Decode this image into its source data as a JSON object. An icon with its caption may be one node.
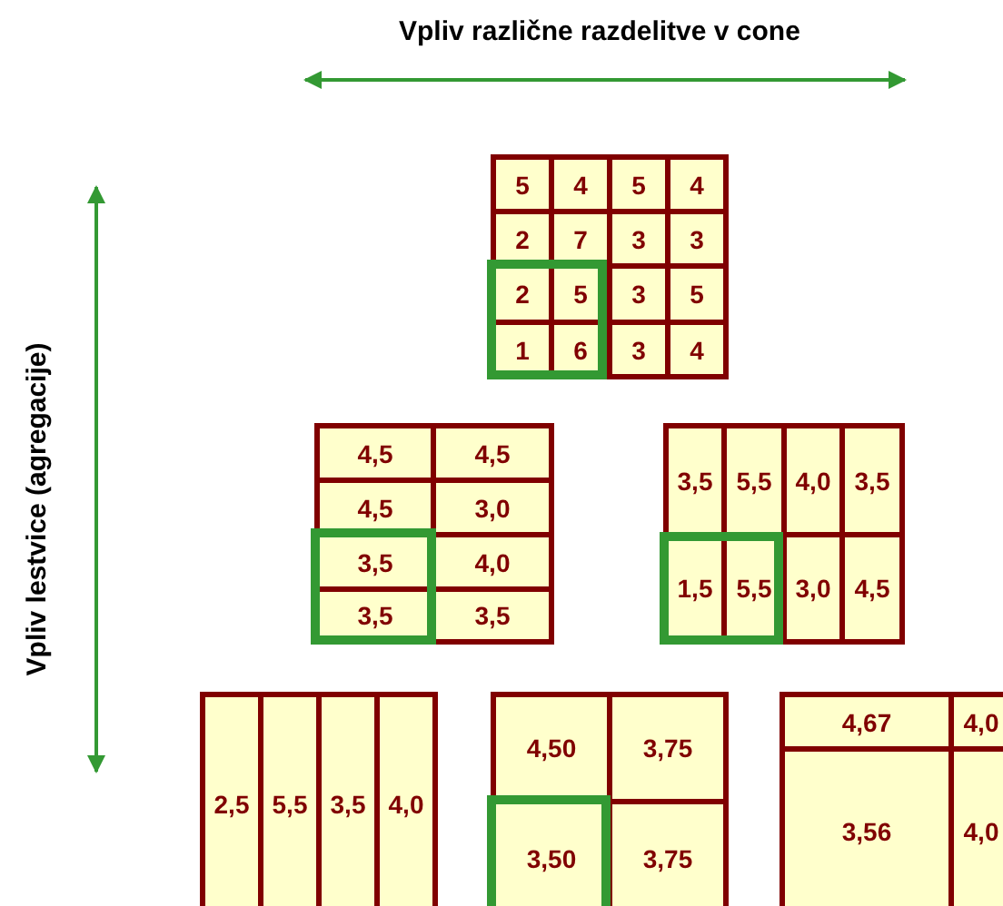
{
  "diagram": {
    "labels": [
      "Vpliv različne razdelitve v cone",
      "Vpliv lestvice (agregacije)",
      "5",
      "4",
      "5",
      "4",
      "2",
      "7",
      "3",
      "3",
      "2",
      "5",
      "3",
      "5",
      "1",
      "6",
      "3",
      "4",
      "4,5",
      "4,5",
      "4,5",
      "3,0",
      "3,5",
      "4,0",
      "3,5",
      "3,5",
      "3,5",
      "5,5",
      "4,0",
      "3,5",
      "1,5",
      "5,5",
      "3,0",
      "4,5",
      "2,5",
      "5,5",
      "3,5",
      "4,0",
      "4,50",
      "3,75",
      "3,50",
      "3,75",
      "4,67",
      "4,0",
      "3,56",
      "4,0"
    ]
  }
}
